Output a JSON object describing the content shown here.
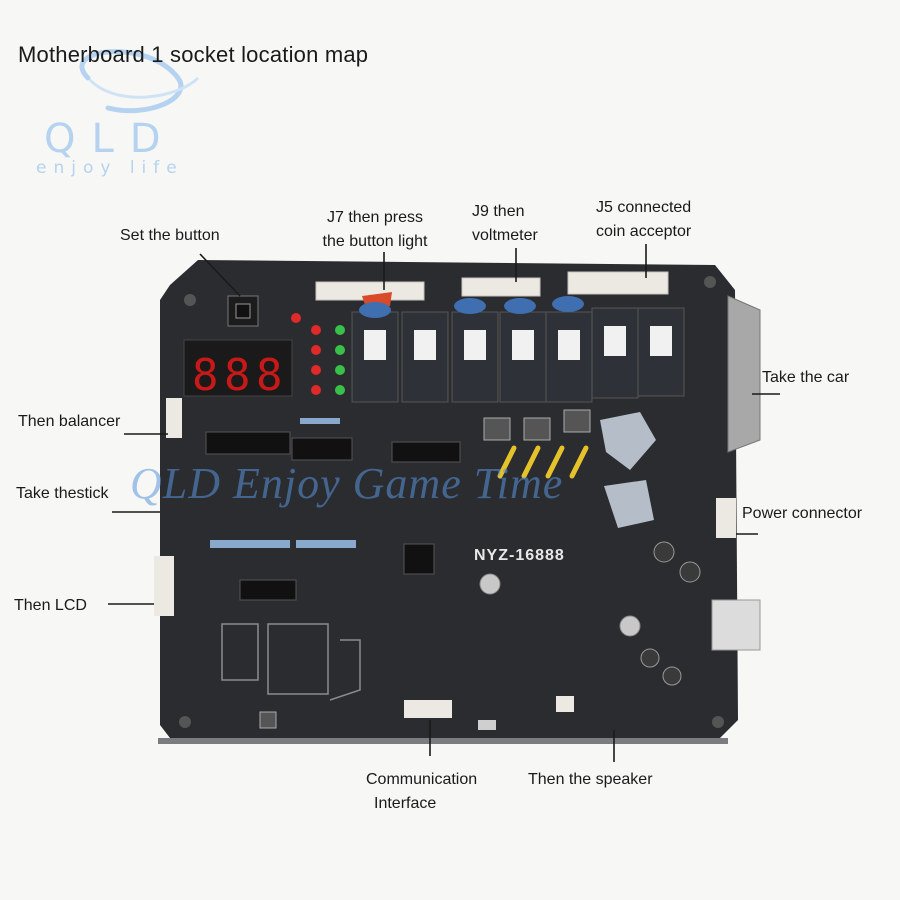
{
  "header": {
    "title": "Motherboard 1 socket location map"
  },
  "logo": {
    "letters": "QLD",
    "tagline": "enjoy life"
  },
  "watermark": "QLD Enjoy Game Time",
  "board": {
    "model": "NYZ-16888",
    "display_digits": [
      "8",
      "8",
      "8"
    ]
  },
  "callouts": {
    "set_button": "Set the button",
    "j7_line1": "J7 then press",
    "j7_line2": "the button light",
    "j9_line1": "J9 then",
    "j9_line2": "voltmeter",
    "j5_line1": "J5 connected",
    "j5_line2": "coin acceptor",
    "take_car": "Take the car",
    "balancer": "Then balancer",
    "stick": "Take thestick",
    "power": "Power connector",
    "lcd": "Then LCD",
    "comm_line1": "Communication",
    "comm_line2": "Interface",
    "speaker": "Then the speaker"
  },
  "colors": {
    "pcb": "#2a2c30",
    "relay": "#2e3238",
    "capacitor_blue": "#3f6fb0",
    "led_red": "#e02a2a",
    "led_green": "#38c048",
    "connector": "#ece9e2",
    "display_red": "#c81818"
  }
}
